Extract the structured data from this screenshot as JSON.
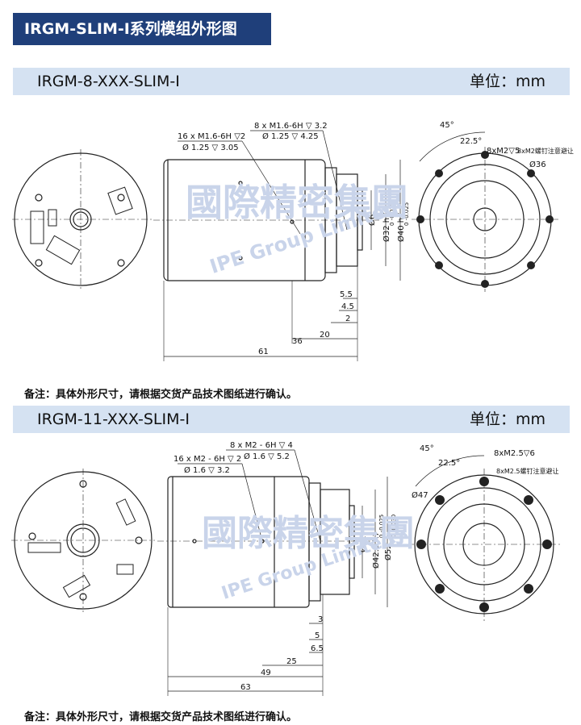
{
  "page_title": "IRGM-SLIM-I系列模组外形图",
  "unit_label": "单位：mm",
  "note": "备注：具体外形尺寸，请根据交货产品技术图纸进行确认。",
  "watermark": {
    "cn": "國際精密集團",
    "en": "IPE Group Limited"
  },
  "sections": [
    {
      "model": "IRGM-8-XXX-SLIM-I",
      "callout_a_line1": "16 x M1.6-6H ▽2",
      "callout_a_line2": "Ø 1.25 ▽ 3.05",
      "callout_b_line1": "8 x M1.6-6H ▽ 3.2",
      "callout_b_line2": "Ø 1.25 ▽ 4.25",
      "angle_45": "45°",
      "angle_22": "22.5°",
      "right_callout": "8xM2▽5",
      "right_note": "8xM2螺钉注意避让",
      "d_outer": "Ø36",
      "dims_v": [
        "Ø6",
        "Ø32 h7",
        "Ø40 h7"
      ],
      "tol_1": "0 -0.025",
      "tol_2": "0 -0.025",
      "dims_h": [
        "2",
        "4.5",
        "5.5",
        "20",
        "36",
        "61"
      ]
    },
    {
      "model": "IRGM-11-XXX-SLIM-I",
      "callout_a_line1": "16 x M2 - 6H ▽ 2",
      "callout_a_line2": "Ø 1.6 ▽ 3.2",
      "callout_b_line1": "8 x M2 - 6H ▽ 4",
      "callout_b_line2": "Ø 1.6 ▽ 5.2",
      "angle_45": "45°",
      "angle_22": "22.5°",
      "right_callout": "8xM2.5▽6",
      "right_note": "8xM2.5螺钉注意避让",
      "d_outer": "Ø47",
      "dims_v": [
        "Ø12",
        "Ø42.5 h7",
        "Ø52"
      ],
      "tol_1": "0 -0.025",
      "tol_2": "0 -0.030",
      "dims_h": [
        "3",
        "5",
        "6.5",
        "25",
        "49",
        "63"
      ]
    }
  ]
}
